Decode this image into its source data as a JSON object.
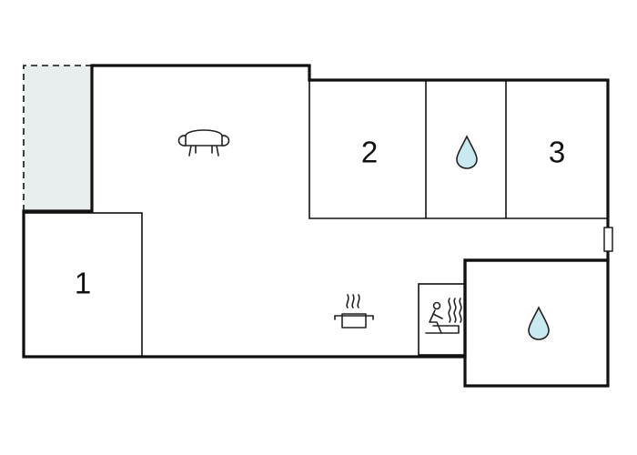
{
  "rooms": [
    {
      "id": "room-1",
      "label": "1"
    },
    {
      "id": "room-2",
      "label": "2"
    },
    {
      "id": "room-3",
      "label": "3"
    }
  ],
  "icons": {
    "living": "sofa-icon",
    "kitchen": "cooking-pot-icon",
    "sauna": "sauna-icon",
    "bath_upper": "water-drop-icon",
    "bath_lower": "water-drop-icon"
  },
  "colors": {
    "terrace": "#e8eeee",
    "water": "#c8e9ef",
    "wall": "#111111",
    "background": "#ffffff"
  }
}
